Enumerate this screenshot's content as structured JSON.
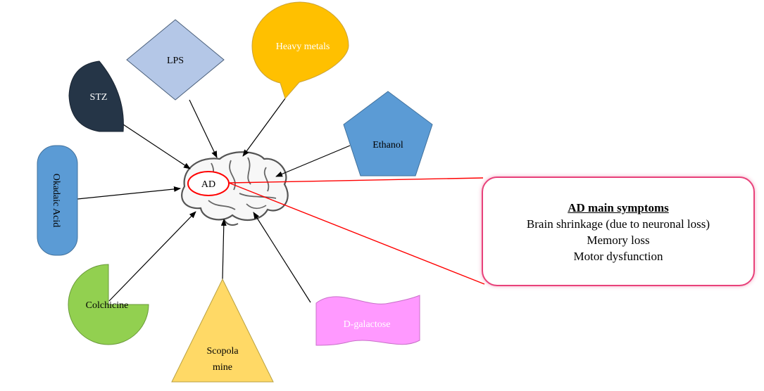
{
  "center": {
    "label": "AD"
  },
  "agents": {
    "lps": "LPS",
    "heavy_metals": "Heavy metals",
    "stz": "STZ",
    "ethanol": "Ethanol",
    "okadaic_acid": "Okadaic Acid",
    "colchicine": "Colchicine",
    "scopolamine_line1": "Scopola",
    "scopolamine_line2": "mine",
    "d_galactose": "D-galactose"
  },
  "symptoms": {
    "title": "AD main symptoms",
    "items": [
      "Brain shrinkage (due to neuronal loss)",
      "Memory loss",
      "Motor dysfunction"
    ]
  },
  "colors": {
    "lps": "#b4c7e7",
    "heavy_metals": "#ffc000",
    "stz": "#253547",
    "ethanol": "#5b9bd5",
    "okadaic_acid": "#5b9bd5",
    "colchicine": "#92d050",
    "scopolamine": "#ffd966",
    "d_galactose": "#ff99ff",
    "highlight": "#ff0000",
    "box_border": "#e8417a"
  }
}
